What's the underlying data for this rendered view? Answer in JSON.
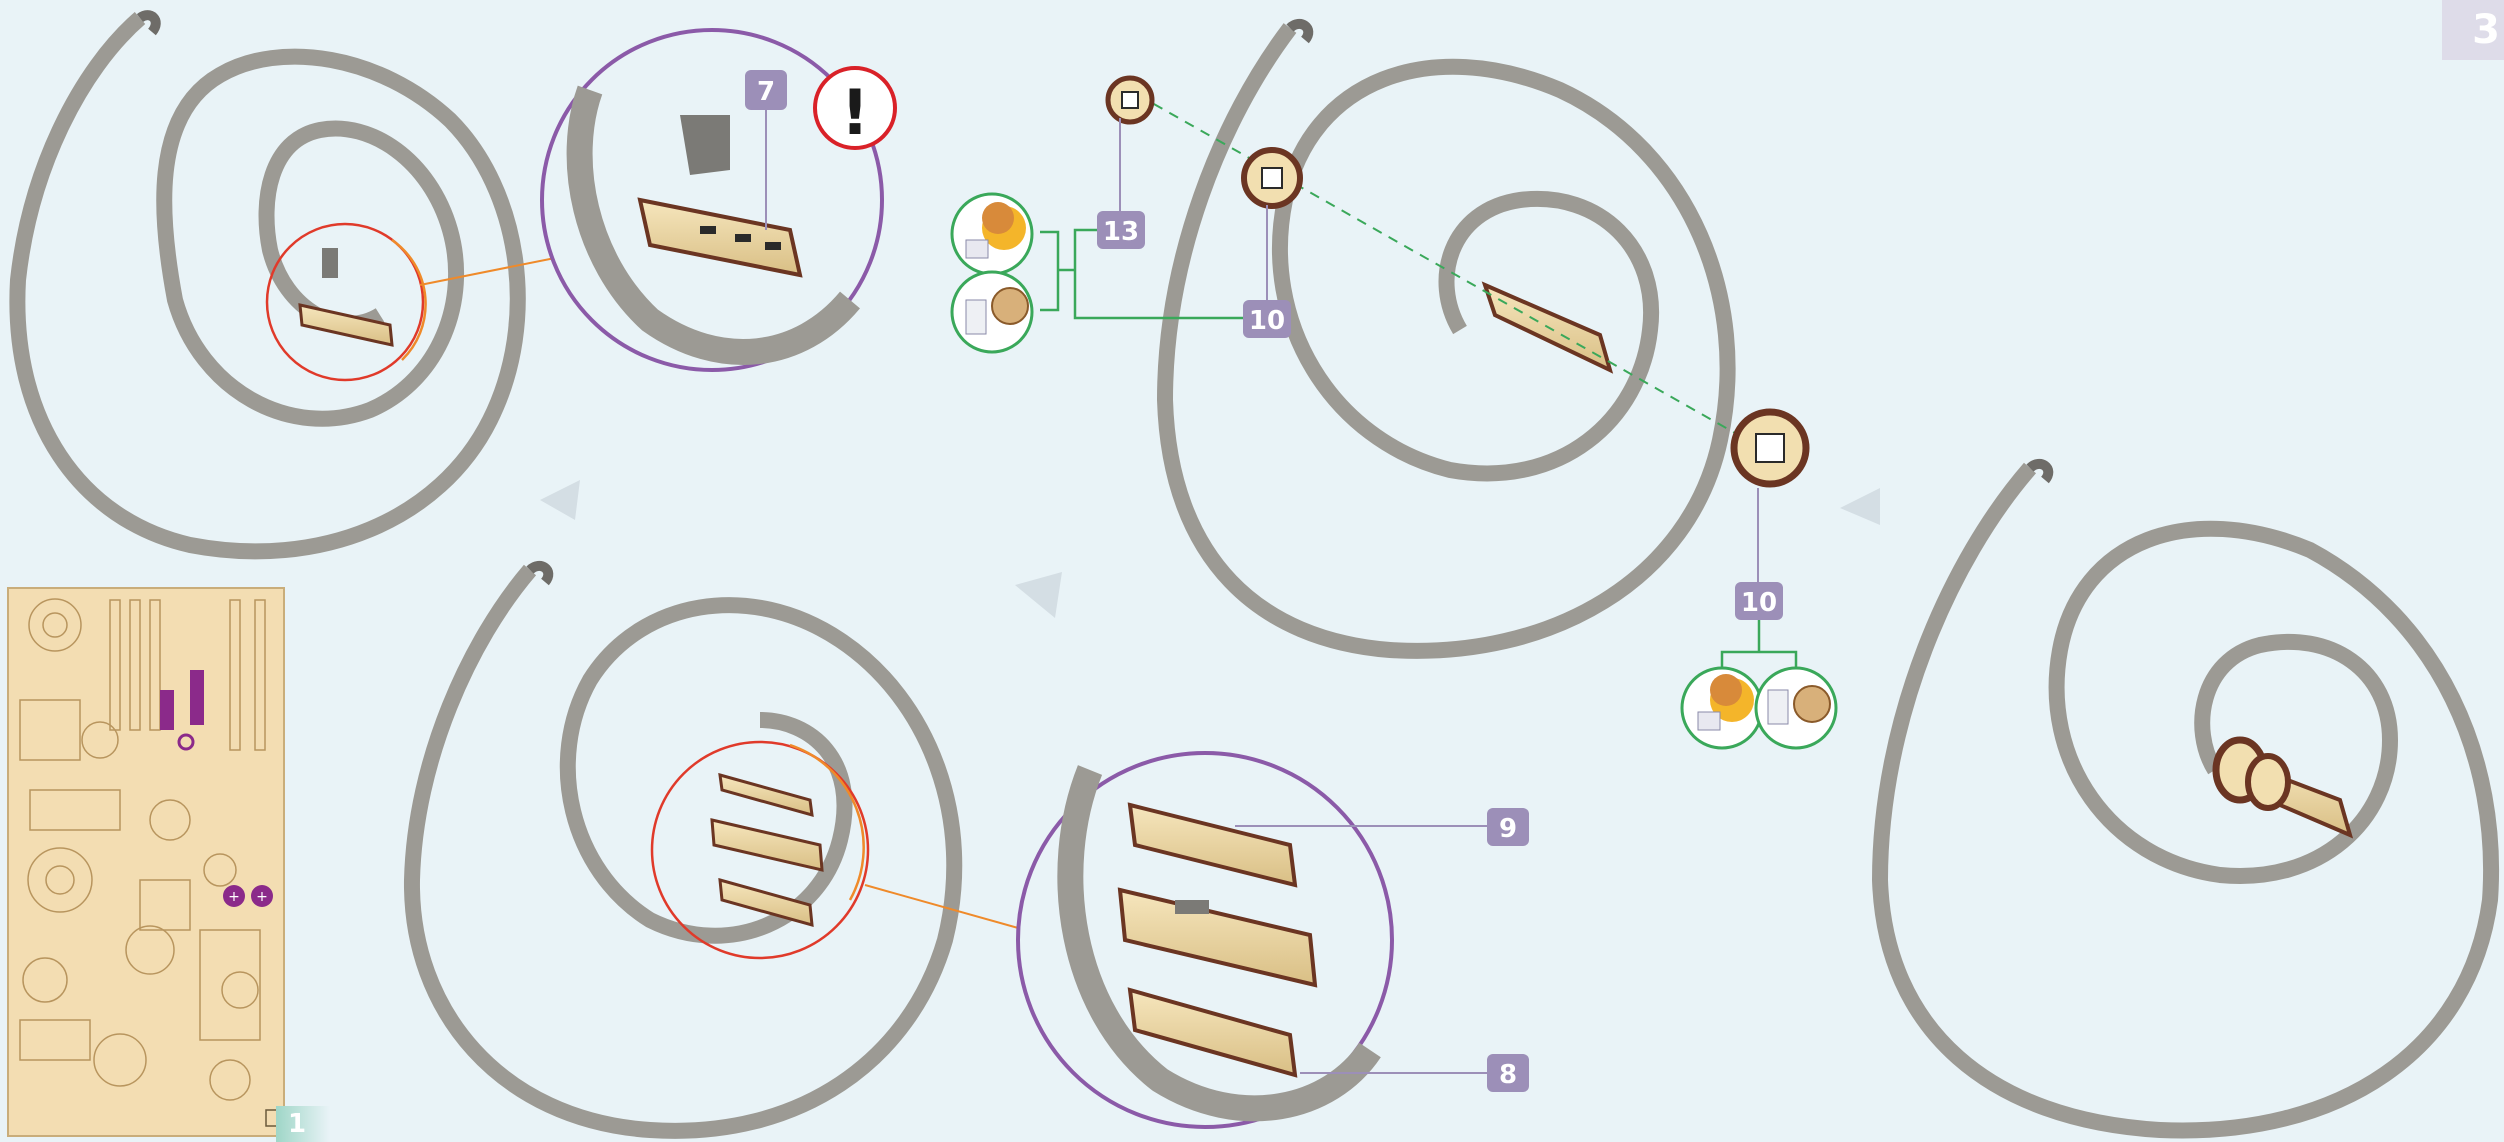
{
  "page": {
    "number": "3"
  },
  "sheet": {
    "number": "1"
  },
  "callouts": {
    "part_7": "7",
    "part_13": "13",
    "part_10_top": "10",
    "part_10_right": "10",
    "part_9": "9",
    "part_8": "8"
  },
  "warning": {
    "symbol": "!"
  },
  "colors": {
    "background": "#e9f3f7",
    "spring": "#9c9a94",
    "spring_shadow": "#6e6c68",
    "wood_light": "#f2dfb0",
    "wood_dark": "#6b3522",
    "callout_purple": "#9c8fb8",
    "zoom_ring": "#8b5aa8",
    "focus_ring_red": "#e03a2a",
    "focus_ring_orange": "#ef8a2a",
    "hint_green": "#3aa85a",
    "arrow": "#d4dee4",
    "warning_red": "#d92128"
  }
}
